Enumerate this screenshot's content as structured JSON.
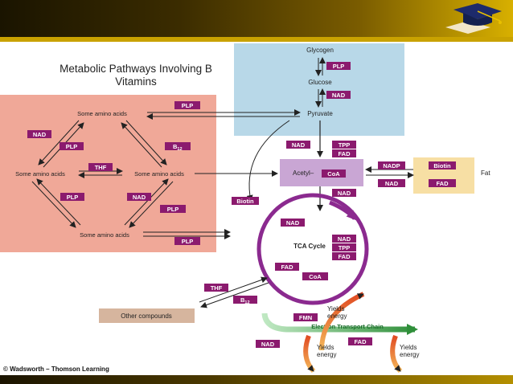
{
  "slide": {
    "title_line1": "Metabolic Pathways Involving B",
    "title_line2": "Vitamins",
    "credit": "© Wadsworth – Thomson Learning"
  },
  "diagram": {
    "labels": {
      "glycogen": "Glycogen",
      "glucose": "Glucose",
      "pyruvate": "Pyruvate",
      "acetyl": "Acetyl–",
      "fat": "Fat",
      "some_amino_top": "Some amino acids",
      "some_amino_left": "Some amino acids",
      "some_amino_mid": "Some amino acids",
      "some_amino_bottom": "Some amino acids",
      "tca_cycle": "TCA Cycle",
      "other_compounds": "Other compounds",
      "etc": "Electron Transport Chain",
      "yields1_a": "Yields",
      "yields1_b": "energy",
      "yields2_a": "Yields",
      "yields2_b": "energy",
      "yields3_a": "Yields",
      "yields3_b": "energy"
    },
    "coenzymes": {
      "plp_glycogen": "PLP",
      "nad_glucose": "NAD",
      "plp_top": "PLP",
      "nad_left": "NAD",
      "plp_left_upper": "PLP",
      "b12_right": "B",
      "b12_right_sub": "12",
      "thf_mid": "THF",
      "plp_lower_left": "PLP",
      "nad_lower_mid": "NAD",
      "plp_lower_right": "PLP",
      "plp_bottom": "PLP",
      "nad_pyruvate": "NAD",
      "tpp_pyruvate": "TPP",
      "fad_pyruvate": "FAD",
      "coa": "CoA",
      "nadp": "NADP",
      "biotin_fat": "Biotin",
      "nad_fat": "NAD",
      "fad_fat": "FAD",
      "nad_acetyl": "NAD",
      "biotin_left": "Biotin",
      "nad_tca_top": "NAD",
      "nad_tca": "NAD",
      "tpp_tca": "TPP",
      "fad_tca": "FAD",
      "fad_tca_lower": "FAD",
      "coa_tca": "CoA",
      "thf_other": "THF",
      "b12_other": "B",
      "b12_other_sub": "12",
      "fmn": "FMN",
      "nad_etc": "NAD",
      "fad_etc": "FAD"
    },
    "colors": {
      "coenzyme_box": "#8b1a6e",
      "amino_region": "#f0a898",
      "glucose_region": "#b8d8e8",
      "fat_region": "#f7dfa4",
      "acetyl_box": "#c9a6d4",
      "tca_ring": "#8b2a8f",
      "other_box": "#d6b59e",
      "etc_arrow": "#3aaa45"
    }
  }
}
